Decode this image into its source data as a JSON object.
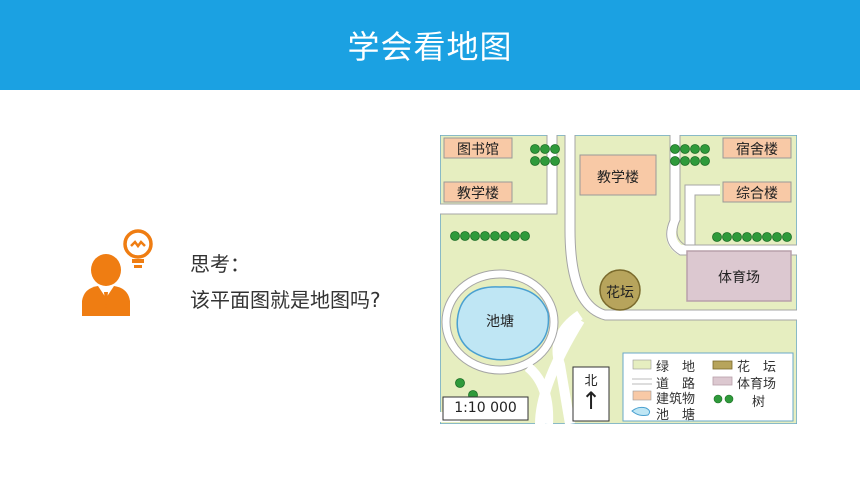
{
  "header": {
    "title": "学会看地图"
  },
  "question": {
    "line1": "思考：",
    "line2": "该平面图就是地图吗?"
  },
  "map": {
    "buildings": {
      "library": "图书馆",
      "teaching_left": "教学楼",
      "teaching_center": "教学楼",
      "dormitory": "宿舍楼",
      "complex": "综合楼",
      "stadium": "体育场",
      "flower_bed": "花坛",
      "pond": "池塘"
    },
    "scale": "1:10 000",
    "north": {
      "label": "北",
      "arrow": "↑"
    },
    "legend": {
      "green": "绿　地",
      "road": "道　路",
      "building": "建筑物",
      "pond": "池　塘",
      "flower": "花　坛",
      "stadium": "体育场",
      "tree": "树"
    },
    "colors": {
      "green_land": "#e6eec0",
      "road": "#ffffff",
      "building": "#f8c9a6",
      "stadium": "#dcc8d0",
      "flower": "#b7a45c",
      "pond": "#bfe6f4",
      "tree": "#2f9a3b",
      "accent": "#1ba1e2"
    }
  }
}
